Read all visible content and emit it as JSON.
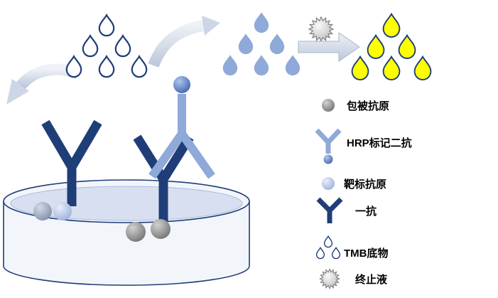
{
  "diagram": {
    "type": "ELISA assay schematic",
    "scene_icons": [
      "substrate-drops-cluster",
      "curved-arrow-top",
      "bound-substrate-drops-cluster",
      "stop-solution-burst",
      "reaction-arrow-right",
      "colored-product-drops-cluster",
      "curved-arrow-left",
      "primary-antibody",
      "antigen-sphere-pair",
      "detection-complex",
      "microplate-well",
      "coated-antigen-spheres"
    ]
  },
  "legend": {
    "items": [
      {
        "icon": "coated-antigen-sphere",
        "label": "包被抗原"
      },
      {
        "icon": "hrp-secondary-antibody",
        "label": "HRP标记二抗"
      },
      {
        "icon": "target-antigen-sphere",
        "label": "靶标抗原"
      },
      {
        "icon": "primary-antibody",
        "label": "一抗"
      },
      {
        "icon": "tmb-substrate-drops",
        "label": "TMB底物"
      },
      {
        "icon": "stop-solution-burst",
        "label": "终止液"
      }
    ]
  },
  "colors": {
    "navy": "#1f3e78",
    "light_blue": "#8fa9d8",
    "medium_blue": "#4d6fb5",
    "yellow": "#ffff00",
    "gray": "#8c8c8c",
    "liquid": "#d7dff0",
    "arrow_fill": "#ccd6e6"
  }
}
